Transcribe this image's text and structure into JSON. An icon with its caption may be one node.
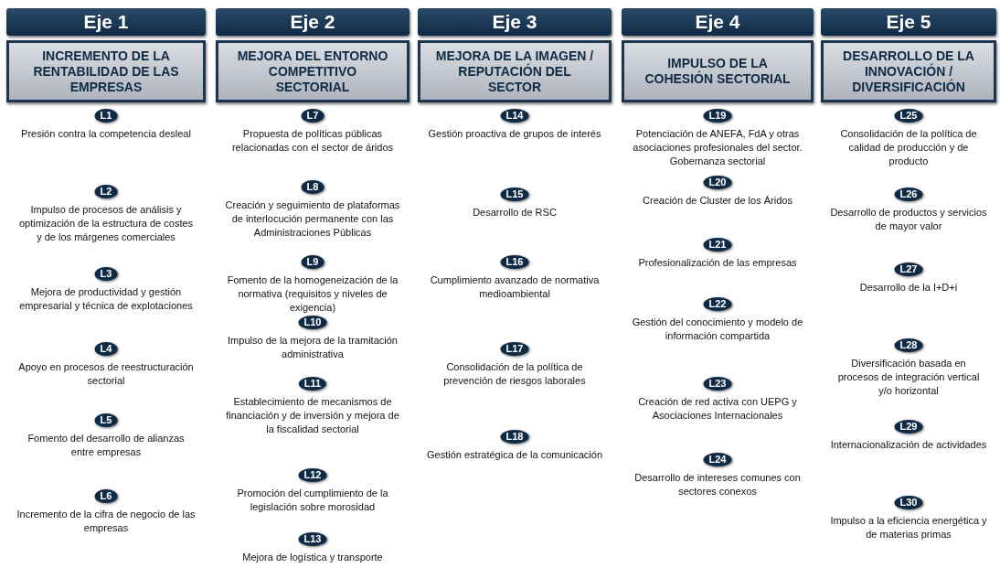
{
  "diagram": {
    "nodes": [
      {
        "text": [
          "Eje 1"
        ]
      },
      {
        "text": [
          "INCREMENTO DE LA RENTABILIDAD DE LAS EMPRESAS"
        ]
      },
      {
        "text": [
          "L1"
        ],
        "beside": [
          "Presión contra la competencia desleal"
        ]
      },
      {
        "text": [
          "L2"
        ],
        "beside": [
          "Impulso de procesos de análisis y optimización de la estructura de costes y de los márgenes comerciales"
        ]
      },
      {
        "text": [
          "L3"
        ],
        "beside": [
          "Mejora de productividad y gestión empresarial y técnica de explotaciones"
        ]
      },
      {
        "text": [
          "L4"
        ],
        "beside": [
          "Apoyo en procesos de reestructuración sectorial"
        ]
      },
      {
        "text": [
          "L5"
        ],
        "beside": [
          "Fomento del desarrollo de alianzas entre empresas"
        ]
      },
      {
        "text": [
          "L6"
        ],
        "beside": [
          "Incremento de la cifra de negocio de las empresas"
        ]
      },
      {
        "text": [
          "Eje 2"
        ]
      },
      {
        "text": [
          "MEJORA DEL ENTORNO COMPETITIVO SECTORIAL"
        ]
      },
      {
        "text": [
          "L7"
        ],
        "beside": [
          "Propuesta de políticas públicas relacionadas con el sector de áridos"
        ]
      },
      {
        "text": [
          "L8"
        ],
        "beside": [
          "Creación y seguimiento de plataformas de interlocución permanente con las Administraciones Públicas"
        ]
      },
      {
        "text": [
          "L9"
        ],
        "beside": [
          "Fomento de la homogeneización de la normativa (requisitos y niveles de exigencia)"
        ]
      },
      {
        "text": [
          "L10"
        ],
        "beside": [
          "Impulso de la mejora de la tramitación administrativa"
        ]
      },
      {
        "text": [
          "L11"
        ],
        "beside": [
          "Establecimiento de mecanismos de financiación y de inversión y mejora de la fiscalidad sectorial"
        ]
      },
      {
        "text": [
          "L12"
        ],
        "beside": [
          "Promoción del cumplimiento de la legislación sobre morosidad"
        ]
      },
      {
        "text": [
          "L13"
        ],
        "beside": [
          "Mejora de logística y transporte"
        ]
      },
      {
        "text": [
          "Eje 3"
        ]
      },
      {
        "text": [
          "MEJORA DE LA IMAGEN / REPUTACIÓN DEL SECTOR"
        ]
      },
      {
        "text": [
          "L14"
        ],
        "beside": [
          "Gestión proactiva de grupos de interés"
        ]
      },
      {
        "text": [
          "L15"
        ],
        "beside": [
          "Desarrollo de RSC"
        ]
      },
      {
        "text": [
          "L16"
        ],
        "beside": [
          "Cumplimiento avanzado de normativa medioambiental"
        ]
      },
      {
        "text": [
          "L17"
        ],
        "beside": [
          "Consolidación de la política de prevención de riesgos laborales"
        ]
      },
      {
        "text": [
          "L18"
        ],
        "beside": [
          "Gestión estratégica de la comunicación"
        ]
      },
      {
        "text": [
          "Eje 4"
        ]
      },
      {
        "text": [
          "IMPULSO DE LA COHESIÓN SECTORIAL"
        ]
      },
      {
        "text": [
          "L19"
        ],
        "beside": [
          "Potenciación de ANEFA, FdA y otras asociaciones profesionales del sector. Gobernanza sectorial"
        ]
      },
      {
        "text": [
          "L20"
        ],
        "beside": [
          "Creación de Cluster de los Áridos"
        ]
      },
      {
        "text": [
          "L21"
        ],
        "beside": [
          "Profesionalización de las empresas"
        ]
      },
      {
        "text": [
          "L22"
        ],
        "beside": [
          "Gestión del conocimiento y modelo de información compartida"
        ]
      },
      {
        "text": [
          "L23"
        ],
        "beside": [
          "Creación de red activa con UEPG y Asociaciones Internacionales"
        ]
      },
      {
        "text": [
          "L24"
        ],
        "beside": [
          "Desarrollo de intereses comunes con sectores conexos"
        ]
      },
      {
        "text": [
          "Eje 5"
        ]
      },
      {
        "text": [
          "DESARROLLO DE LA INNOVACIÓN / DIVERSIFICACIÓN"
        ]
      },
      {
        "text": [
          "L25"
        ],
        "beside": [
          "Consolidación de la política de calidad de producción y de producto"
        ]
      },
      {
        "text": [
          "L26"
        ],
        "beside": [
          "Desarrollo de productos y servicios de mayor valor"
        ]
      },
      {
        "text": [
          "L27"
        ],
        "beside": [
          "Desarrollo de la I+D+i"
        ]
      },
      {
        "text": [
          "L28"
        ],
        "beside": [
          "Diversificación basada en procesos de integración vertical y/o horizontal"
        ]
      },
      {
        "text": [
          "L29"
        ],
        "beside": [
          "Internacionalización de actividades"
        ]
      },
      {
        "text": [
          "L30"
        ],
        "beside": [
          "Impulso a la eficiencia energética y de materias primas"
        ]
      }
    ]
  }
}
